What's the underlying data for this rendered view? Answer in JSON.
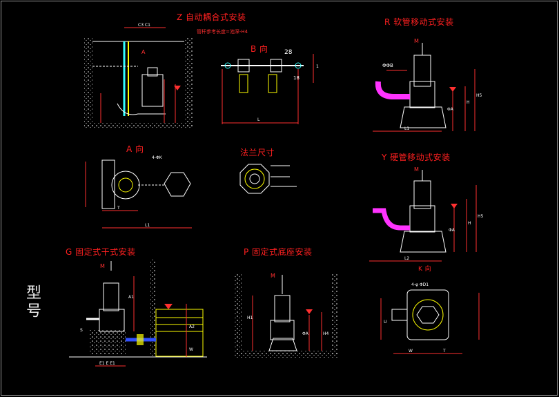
{
  "titles": {
    "z": "Z 自动耦合式安装",
    "b": "B 向",
    "r": "R 软管移动式安装",
    "a": "A 向",
    "flange": "法兰尺寸",
    "y": "Y 硬管移动式安装",
    "g": "G 固定式干式安装",
    "p": "P 固定式底座安装",
    "k": "K 向"
  },
  "side_label": "型号",
  "labels": {
    "z_note": "管杆参考长度=池深-H4",
    "z_dim_top": "C3 C1",
    "z_arrow": "A",
    "b_dim_28": "28",
    "b_dim_l": "L",
    "b_dim_1": "1",
    "b_dim_18": "18",
    "r_m": "M",
    "r_phi": "ΦΦB",
    "r_h": "H",
    "r_h5": "H5",
    "r_l1": "L1",
    "r_phia": "ΦA",
    "a_phik": "4-ΦK",
    "a_l1": "L1",
    "a_t": "T",
    "y_m": "M",
    "y_h": "H",
    "y_h5": "H5",
    "y_phia": "ΦA",
    "y_l2": "L2",
    "g_m": "M",
    "g_a1": "A1",
    "g_a2": "A2",
    "g_s": "S",
    "g_w": "W",
    "g_base": "E1 E E1",
    "p_m": "M",
    "p_h1": "H1",
    "p_h4": "H4",
    "p_phia": "ΦA",
    "k_d1": "4-φ ΦD1",
    "k_w": "W",
    "k_t": "T",
    "k_u": "U"
  },
  "colors": {
    "background": "#000000",
    "title": "#ff2020",
    "line": "#ffffff",
    "dim": "#ff3030",
    "fill": "#33ffff",
    "yellow": "#ffff00",
    "magenta": "#ff33ff",
    "blue": "#3050ff",
    "side_label": "#f0f0f0"
  }
}
